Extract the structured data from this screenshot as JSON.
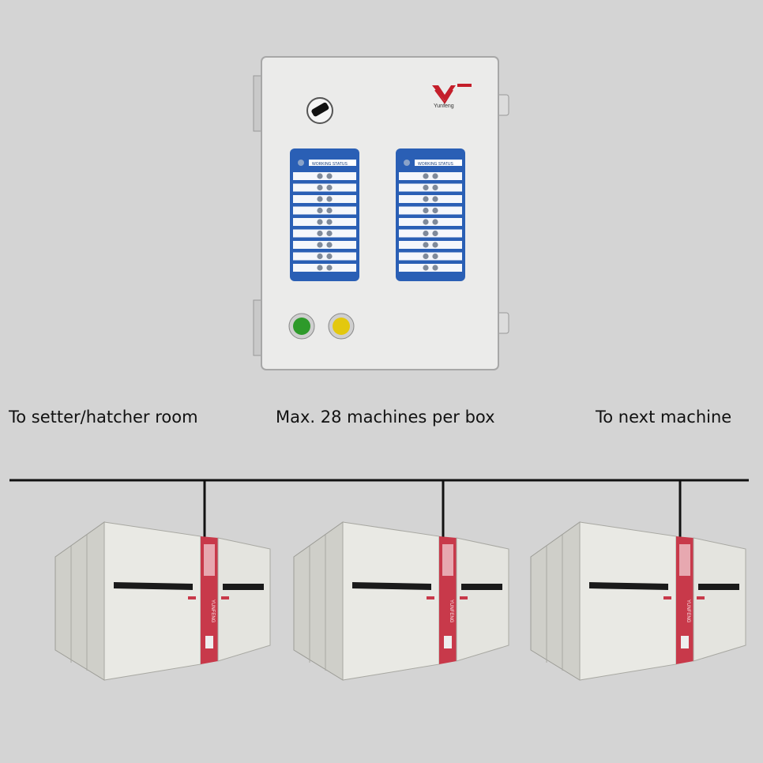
{
  "labels": {
    "left": "To setter/hatcher room",
    "center": "Max. 28 machines per box",
    "right": "To next machine"
  },
  "control_box": {
    "brand": "Yunfeng",
    "panel_titles": [
      "WORKING STATUS",
      "WORKING STATUS"
    ],
    "indicator_colors": {
      "green": "#2e9a2a",
      "yellow": "#e3c80e"
    },
    "panel_color": "#2a5fb5"
  },
  "machine_brand": "YUNFENG",
  "colors": {
    "background": "#d4d4d4",
    "line": "#111111",
    "machine_panel_red": "#c8394a"
  }
}
